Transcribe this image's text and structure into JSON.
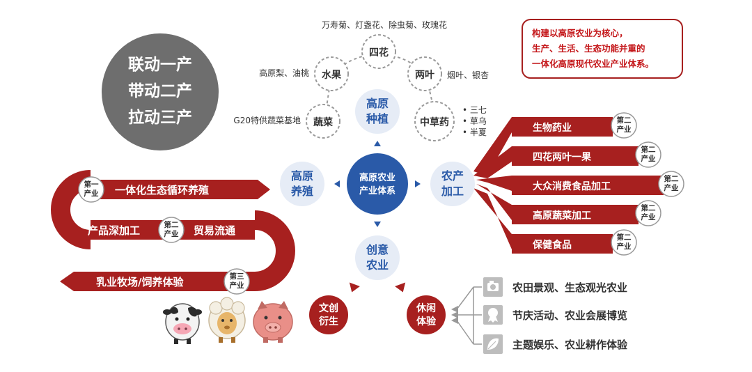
{
  "slogan": {
    "line1": "联动一产",
    "line2": "带动二产",
    "line3": "拉动三产"
  },
  "note_box": {
    "line1": "构建以高原农业为核心，",
    "line2": "生产、生活、生态功能并重的",
    "line3": "一体化高原现代农业产业体系。"
  },
  "center": {
    "line1": "高原农业",
    "line2": "产业体系"
  },
  "planting": {
    "line1": "高原",
    "line2": "种植",
    "items": {
      "flowers": "四花",
      "fruit": "水果",
      "leaves": "两叶",
      "vegetables": "蔬菜",
      "herbs": "中草药"
    },
    "labels": {
      "flowers": "万寿菊、灯盏花、除虫菊、玫瑰花",
      "fruit": "高原梨、油桃",
      "leaves": "烟叶、银杏",
      "vegetables": "G20特供蔬菜基地",
      "herbs": [
        "三七",
        "草乌",
        "半夏"
      ]
    }
  },
  "breeding": {
    "line1": "高原",
    "line2": "养殖",
    "rows": [
      {
        "badge1": "第一",
        "badge2": "产业",
        "label": "一体化生态循环养殖"
      },
      {
        "badge1": "第二",
        "badge2": "产业",
        "label_left": "产品深加工",
        "label_right": "贸易流通"
      },
      {
        "badge1": "第三",
        "badge2": "产业",
        "label": "乳业牧场/饲养体验"
      }
    ]
  },
  "processing": {
    "line1": "农产",
    "line2": "加工",
    "items": [
      {
        "label": "生物药业",
        "badge1": "第二",
        "badge2": "产业"
      },
      {
        "label": "四花两叶一果",
        "badge1": "第二",
        "badge2": "产业"
      },
      {
        "label": "大众消费食品加工",
        "badge1": "第二",
        "badge2": "产业"
      },
      {
        "label": "高原蔬菜加工",
        "badge1": "第二",
        "badge2": "产业"
      },
      {
        "label": "保健食品",
        "badge1": "第二",
        "badge2": "产业"
      }
    ]
  },
  "creative": {
    "line1": "创意",
    "line2": "农业",
    "culture": {
      "line1": "文创",
      "line2": "衍生"
    },
    "leisure": {
      "line1": "休闲",
      "line2": "体验"
    },
    "experiences": [
      {
        "label": "农田景观、生态观光农业",
        "icon": "camera-icon"
      },
      {
        "label": "节庆活动、农业会展博览",
        "icon": "award-icon"
      },
      {
        "label": "主题娱乐、农业耕作体验",
        "icon": "leaf-icon"
      }
    ]
  },
  "colors": {
    "red": "#a7201f",
    "blue": "#2a5aa8",
    "light_blue": "#e6ecf6",
    "gray": "#6e6e6e",
    "dashed": "#9a9a9a"
  }
}
